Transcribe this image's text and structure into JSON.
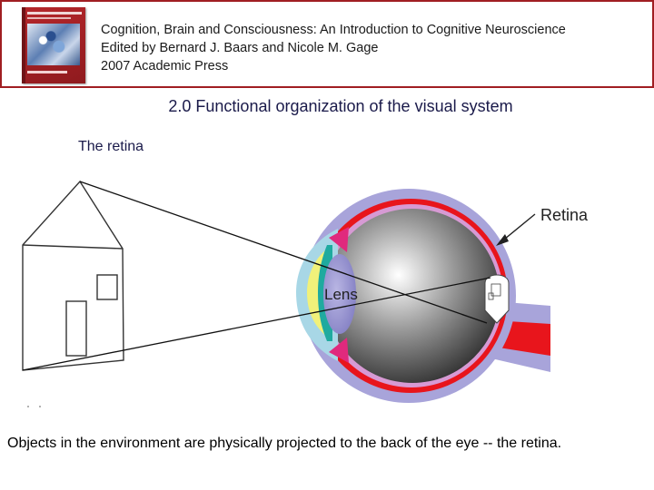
{
  "header": {
    "citation_line_1": "Cognition, Brain and Consciousness: An Introduction to Cognitive Neuroscience",
    "citation_line_2": "Edited by Bernard J. Baars and Nicole M. Gage",
    "citation_line_3": "2007 Academic Press",
    "border_color": "#a01e22"
  },
  "slide": {
    "title": "2.0 Functional organization of the visual system",
    "section_label": "The retina"
  },
  "figure": {
    "retina_label": "Retina",
    "lens_label": "Lens"
  },
  "caption": "Objects in the environment are physically projected to the back of the eye -- the retina."
}
